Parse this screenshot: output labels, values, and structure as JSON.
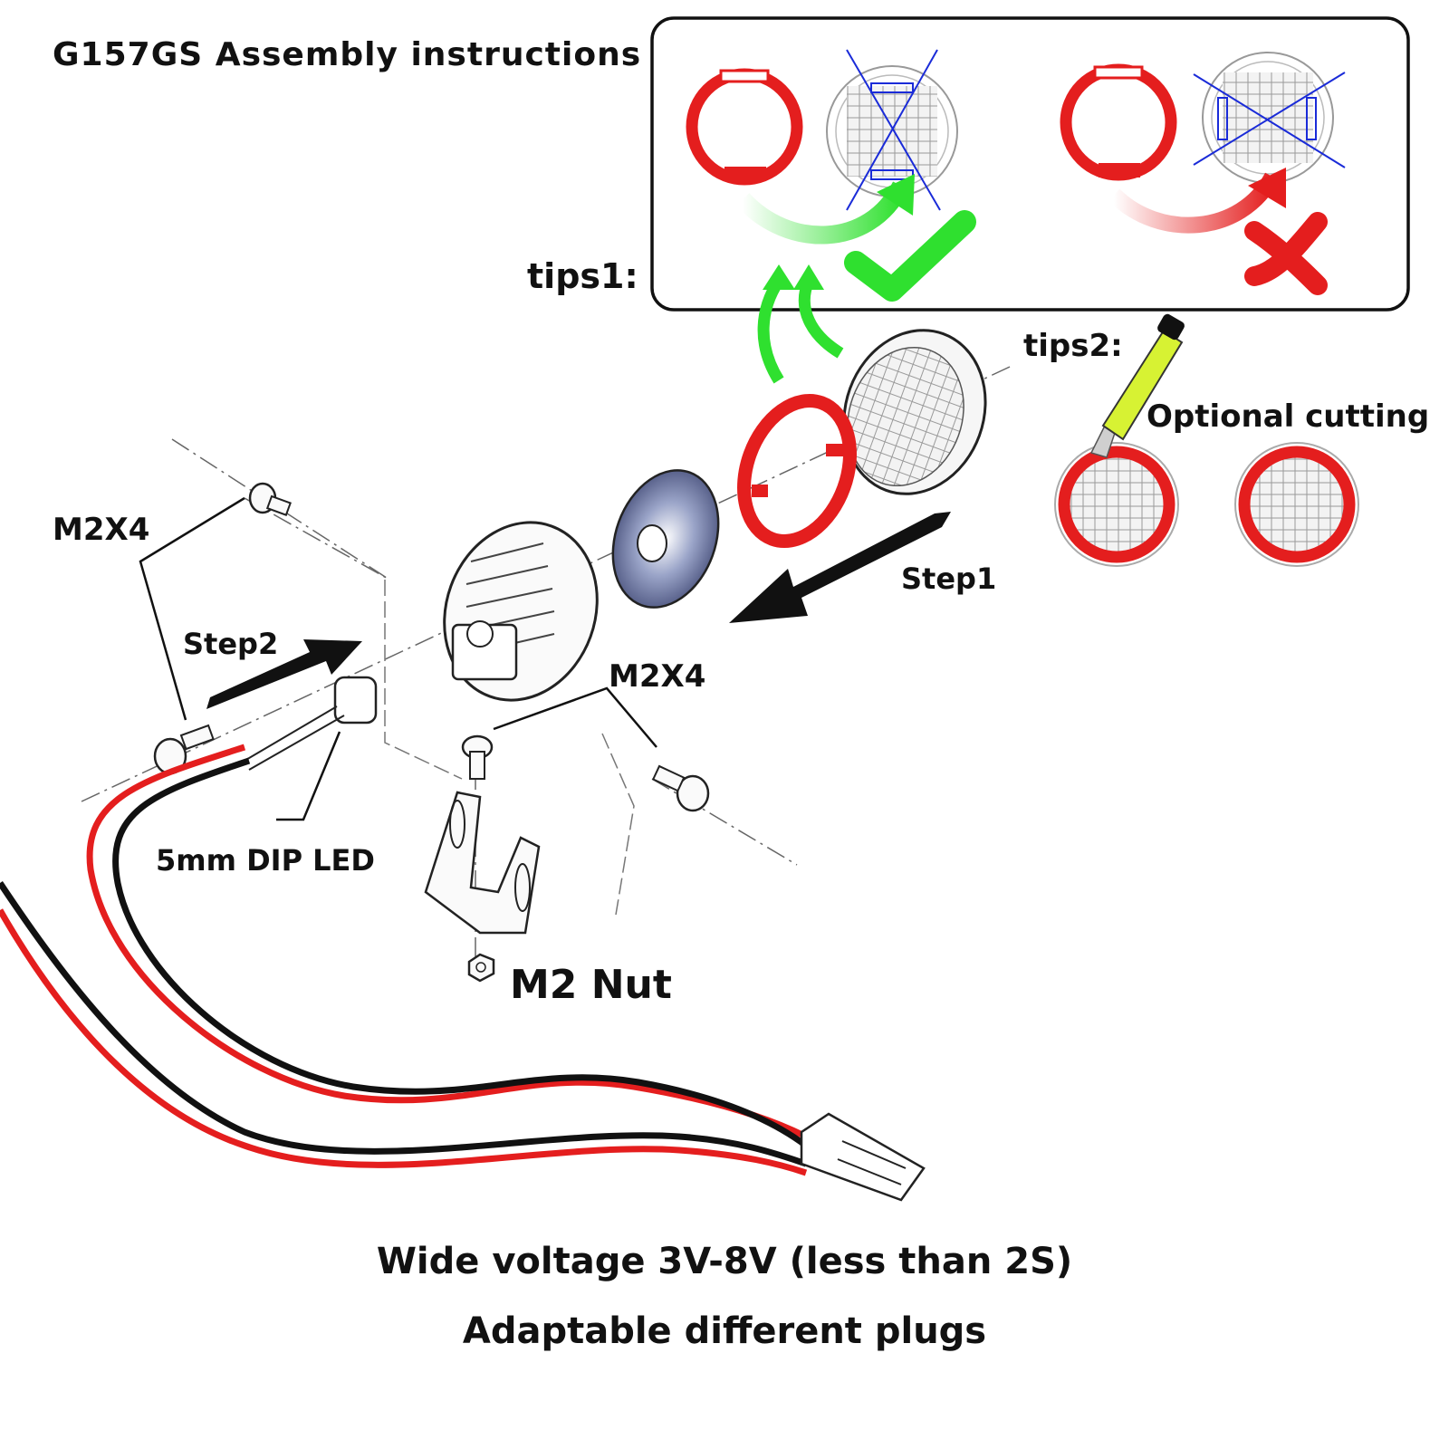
{
  "title": "G157GS  Assembly instructions",
  "labels": {
    "tips1": "tips1:",
    "tips2": "tips2:",
    "optional_cutting": "Optional cutting",
    "step1": "Step1",
    "step2": "Step2",
    "screw_left": "M2X4",
    "screw_right": "M2X4",
    "dip_led": "5mm DIP LED",
    "nut": "M2 Nut"
  },
  "footer": {
    "line1": "Wide voltage 3V-8V (less than 2S)",
    "line2": "Adaptable different plugs"
  },
  "colors": {
    "ring": "#e41e1e",
    "check": "#2fe02f",
    "cross": "#e41e1e",
    "guide": "#1a2bd8",
    "arrow": "#111111",
    "knife": "#d7f233"
  },
  "icons": [
    "check-icon",
    "cross-icon",
    "knife-icon"
  ]
}
